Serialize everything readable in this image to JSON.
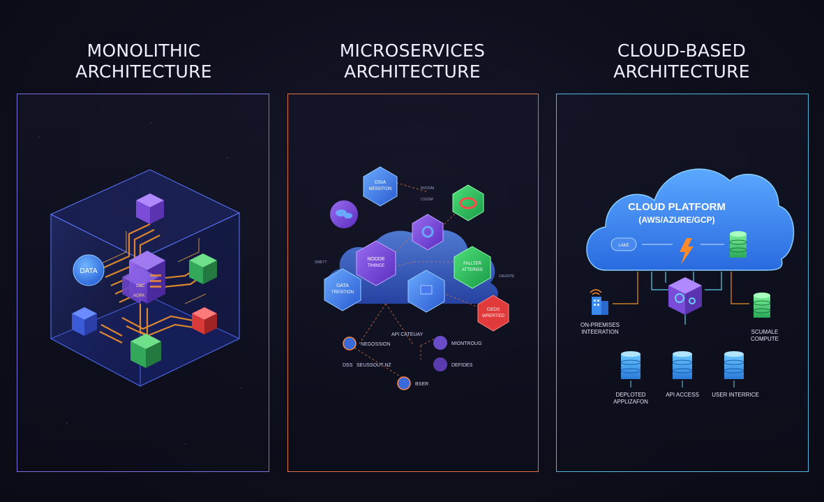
{
  "colors": {
    "monolith_border": "#7b74e0",
    "micro_border": "#e0733f",
    "cloud_border": "#52b8e0",
    "orange_line": "#f0922c",
    "cyan_line": "#5fd0f0"
  },
  "monolithic": {
    "title_line1": "MONOLITHIC",
    "title_line2": "ARCHITECTURE",
    "data_label": "DATA",
    "core_label1": "OIIC",
    "core_label2": "AOPA"
  },
  "microservices": {
    "title_line1": "MICROSERVICES",
    "title_line2": "ARCHITECTURE",
    "hex_top_line1": "DSIA",
    "hex_top_line2": "MESSITION",
    "hex_center_line1": "NODDE",
    "hex_center_line2": "TIHINCE",
    "hex_left_line1": "DATA",
    "hex_left_line2": "TRESITION",
    "hex_right_line1": "FALLTER",
    "hex_right_line2": "ATTERIGS",
    "hex_red_line1": "CIEDS",
    "hex_red_line2": "WRERTIED",
    "api_gateway": "API CATEUAY",
    "node_left1": "NEGOSSION",
    "node_right1": "MIONTROUG",
    "node_left2": "SEUSSOUT NZ",
    "node_left2_prefix": "DSS",
    "node_right2": "DEFIDES",
    "node_bottom": "BSER",
    "small_label1": "SWETT",
    "small_label2": "CAUOITE",
    "small_label3": "NVOOM",
    "small_label4": "CS1DM"
  },
  "cloud": {
    "title_line1": "CLOUD-BASED",
    "title_line2": "ARCHITECTURE",
    "platform_line1": "CLOUD PLATFORM",
    "platform_line2": "(AWS/AZURE/GCP)",
    "lake_label": "LAKE",
    "onprem_line1": "ON-PREMISES",
    "onprem_line2": "INTEERATION",
    "compute_line1": "SCUMALE",
    "compute_line2": "COMPUTE",
    "db1_line1": "DEPLOTED",
    "db1_line2": "APPLIZAFON",
    "db2_label": "API ACCESS",
    "db3_label": "USER INTERRICE"
  }
}
